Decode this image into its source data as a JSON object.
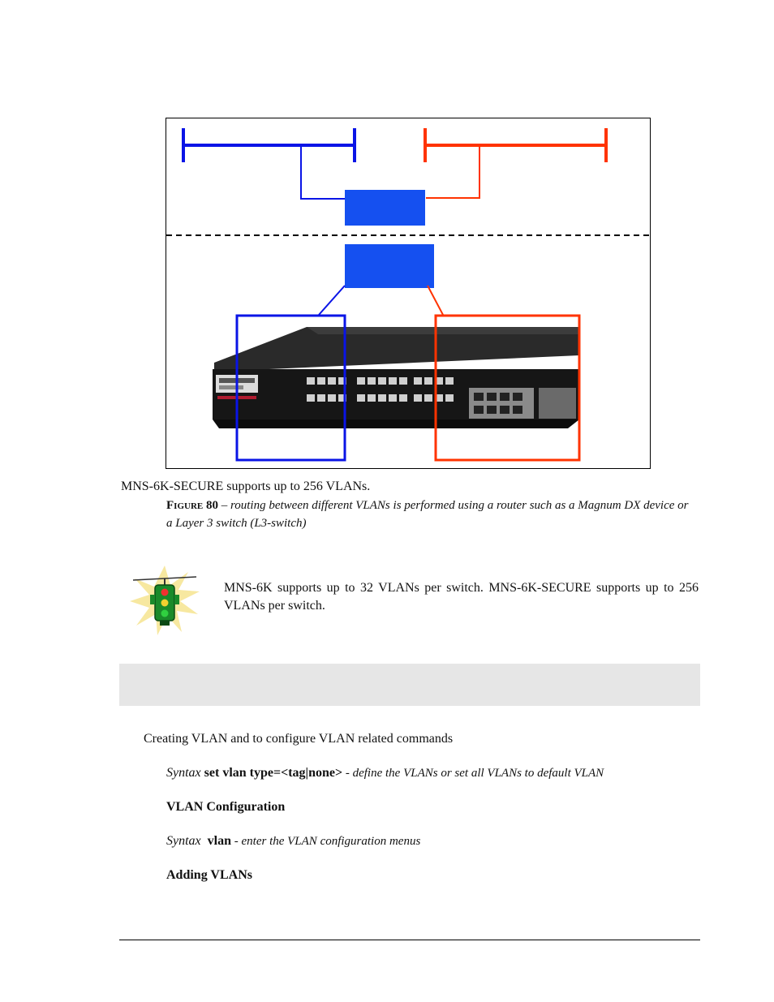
{
  "figure": {
    "colors": {
      "blue": "#0a14e6",
      "red": "#ff3300",
      "router_box": "#1550f0"
    }
  },
  "support_line": "MNS-6K-SECURE supports up to 256 VLANs.",
  "caption": {
    "label": "Figure 80",
    "separator": " – ",
    "text": "routing between different VLANs is performed using a router such as a Magnum DX device or a Layer 3 switch (L3-switch)"
  },
  "note": {
    "icon": "traffic-light-icon",
    "text": "MNS-6K supports up to 32 VLANs per switch. MNS-6K-SECURE supports up to 256 VLANs per switch."
  },
  "section_bar_color": "#e6e6e6",
  "intro_text": "Creating VLAN and to configure VLAN related commands",
  "syntax1": {
    "label": "Syntax",
    "command": "set vlan type=<tag|none>",
    "description": " - define the VLANs or set all VLANs to default VLAN"
  },
  "heading_vlan_config": "VLAN Configuration",
  "syntax2": {
    "label": "Syntax",
    "command": "vlan",
    "description": " - enter the VLAN configuration menus"
  },
  "heading_adding": "Adding VLANs"
}
